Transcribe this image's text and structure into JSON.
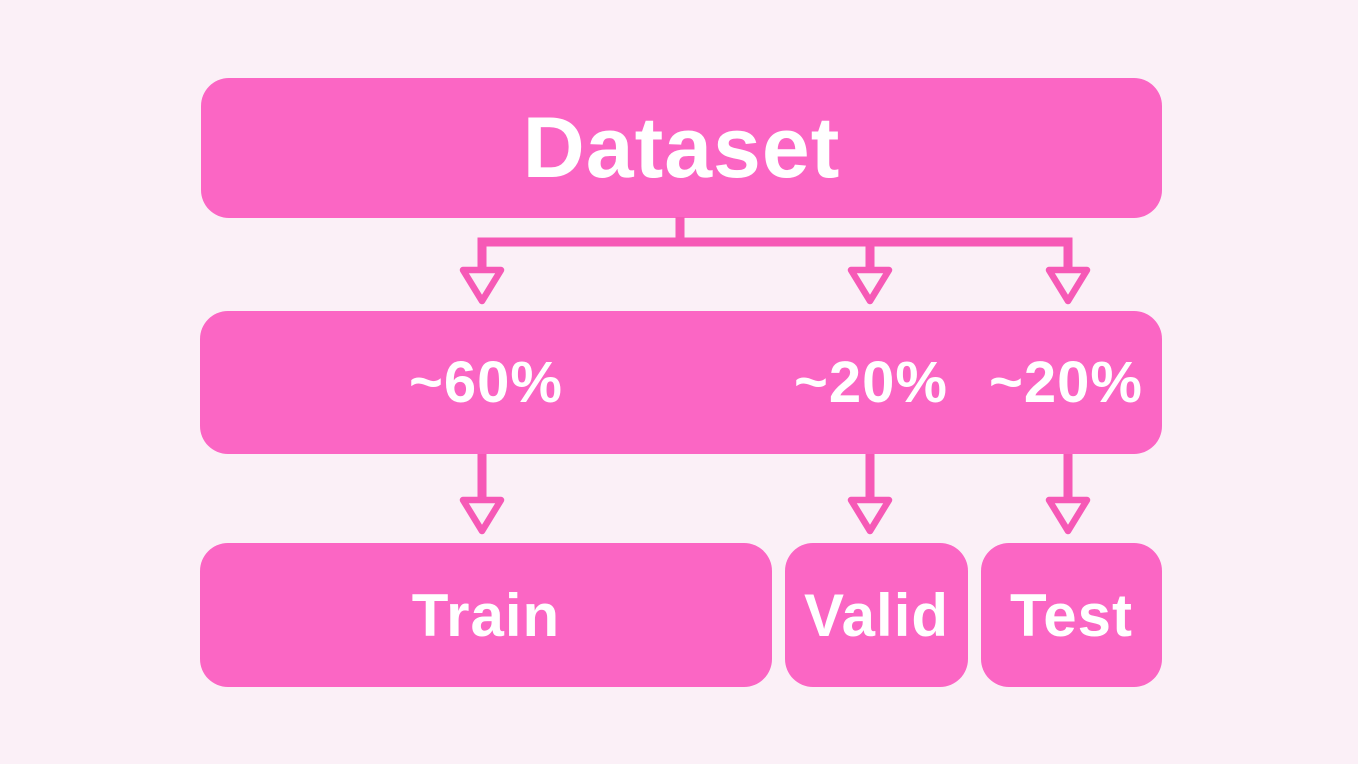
{
  "diagram": {
    "title": "Dataset train/validation/test split",
    "root": {
      "label": "Dataset"
    },
    "split_bar": {
      "segments": [
        {
          "label": "~60%",
          "target": "Train"
        },
        {
          "label": "~20%",
          "target": "Valid"
        },
        {
          "label": "~20%",
          "target": "Test"
        }
      ]
    },
    "leaves": [
      {
        "label": "Train"
      },
      {
        "label": "Valid"
      },
      {
        "label": "Test"
      }
    ]
  },
  "colors": {
    "background": "#FBF0F7",
    "node_fill": "#FB66C4",
    "connector_line": "#F659B6",
    "arrowhead_fill": "#FBF0F7",
    "divider_dash": "#FFFFFF",
    "text": "#FFFFFF"
  }
}
